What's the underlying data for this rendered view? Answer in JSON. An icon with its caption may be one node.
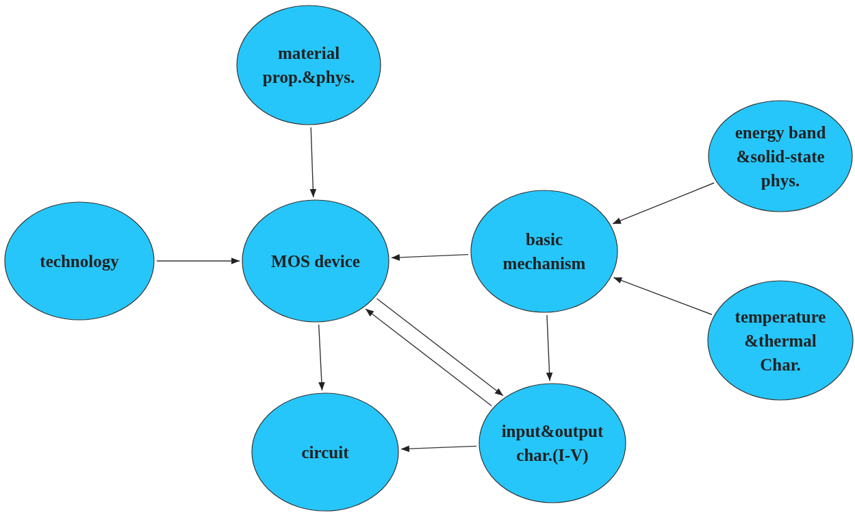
{
  "diagram": {
    "nodes": [
      {
        "text": [
          "material prop.&phys."
        ]
      },
      {
        "text": [
          "energy band &solid-state phys."
        ]
      },
      {
        "text": [
          "technology"
        ]
      },
      {
        "text": [
          "MOS device"
        ]
      },
      {
        "text": [
          "basic mechanism"
        ]
      },
      {
        "text": [
          "temperature &thermal Char."
        ]
      },
      {
        "text": [
          "circuit"
        ]
      },
      {
        "text": [
          "input&output char.(I-V)"
        ]
      }
    ],
    "edges": [
      {
        "from": 0,
        "to": 3,
        "arrow": "to"
      },
      {
        "from": 2,
        "to": 3,
        "arrow": "to"
      },
      {
        "from": 4,
        "to": 3,
        "arrow": "to"
      },
      {
        "from": 1,
        "to": 4,
        "arrow": "to"
      },
      {
        "from": 5,
        "to": 4,
        "arrow": "to"
      },
      {
        "from": 3,
        "to": 6,
        "arrow": "to"
      },
      {
        "from": 4,
        "to": 7,
        "arrow": "to"
      },
      {
        "from": 3,
        "to": 7,
        "arrow": "to"
      },
      {
        "from": 7,
        "to": 3,
        "arrow": "to"
      },
      {
        "from": 7,
        "to": 6,
        "arrow": "to"
      }
    ]
  }
}
